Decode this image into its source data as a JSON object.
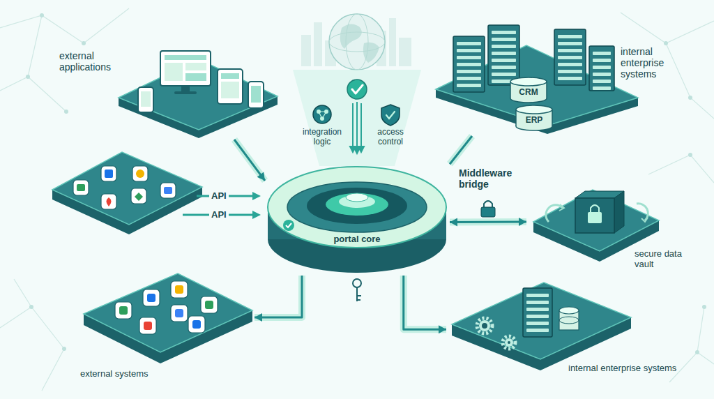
{
  "diagram": {
    "nodes": [
      {
        "text": [
          "external applications"
        ]
      },
      {
        "text": [
          "internal enterprise systems"
        ]
      },
      {
        "text": [
          "CRM"
        ],
        "in": 1
      },
      {
        "text": [
          "ERP"
        ],
        "in": 1
      },
      {
        "text": [
          "portal core"
        ]
      },
      {
        "text": [
          "secure data vault"
        ]
      },
      {
        "text": [
          "external systems"
        ]
      },
      {
        "text": [
          "internal enterprise systems"
        ]
      }
    ],
    "edges": [
      {
        "from": 0,
        "to": 4,
        "arrow": "to"
      },
      {
        "from": 4,
        "to": 1,
        "arrow": "none"
      },
      {
        "from": 4,
        "to": 5,
        "arrow": "both"
      },
      {
        "from": 4,
        "to": 6,
        "arrow": "to"
      },
      {
        "from": 4,
        "to": 7,
        "arrow": "to"
      }
    ],
    "labels": [
      "integration logic",
      "access control",
      "Middleware bridge",
      "API",
      "API"
    ]
  }
}
